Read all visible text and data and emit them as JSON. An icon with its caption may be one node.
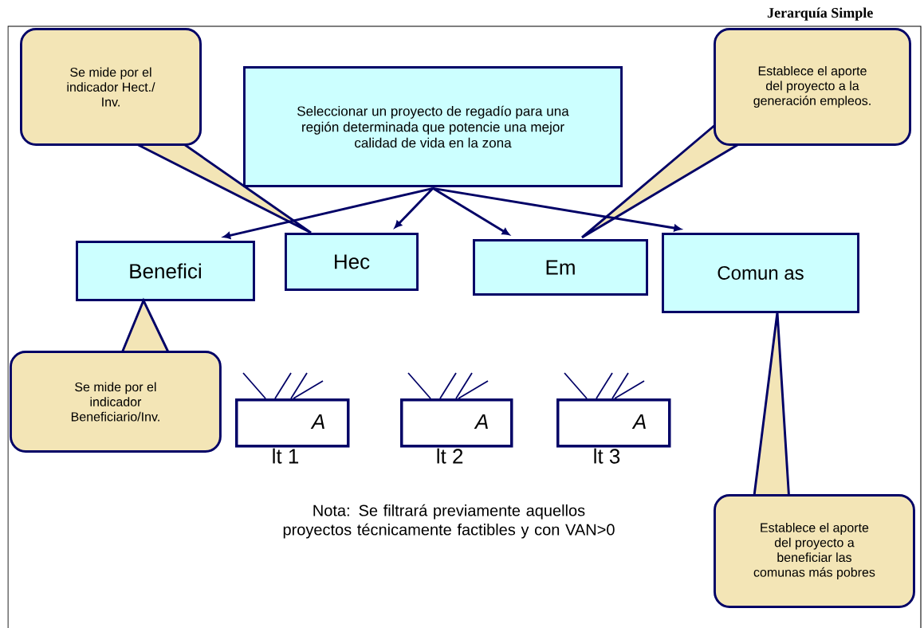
{
  "diagram": {
    "title": "Jerarquía Simple",
    "nodes": [
      {
        "text": [
          "Se  mide por el indicador Hect./ Inv."
        ]
      },
      {
        "text": [
          "Seleccionar un proyecto de regadío para una región determinada que potencie una mejor calidad de vida en la zona"
        ]
      },
      {
        "text": [
          "Establece el aporte del proyecto a la generación empleos."
        ]
      },
      {
        "text": [
          "Benefici"
        ]
      },
      {
        "text": [
          "Hec"
        ]
      },
      {
        "text": [
          "Em"
        ]
      },
      {
        "text": [
          "Comun as"
        ]
      },
      {
        "text": [
          "Se mide por el indicador Beneficiario/Inv."
        ]
      },
      {
        "text": [
          "A"
        ],
        "beside": [
          "lt 1"
        ]
      },
      {
        "text": [
          "A"
        ],
        "beside": [
          "lt 2"
        ]
      },
      {
        "text": [
          "A"
        ],
        "beside": [
          "lt 3"
        ]
      },
      {
        "text": [
          "Establece el aporte del proyecto a beneficiar las comunas más pobres"
        ]
      }
    ],
    "edges": [
      {
        "from": 1,
        "to": 3,
        "arrow": "to"
      },
      {
        "from": 1,
        "to": 4,
        "arrow": "to"
      },
      {
        "from": 1,
        "to": 5,
        "arrow": "to"
      },
      {
        "from": 1,
        "to": 6,
        "arrow": "to"
      },
      {
        "from": null,
        "to": 8,
        "arrow": "none"
      },
      {
        "from": null,
        "to": 8,
        "arrow": "none"
      },
      {
        "from": null,
        "to": 8,
        "arrow": "none"
      },
      {
        "from": null,
        "to": 8,
        "arrow": "none"
      },
      {
        "from": null,
        "to": 9,
        "arrow": "none"
      },
      {
        "from": null,
        "to": 9,
        "arrow": "none"
      },
      {
        "from": null,
        "to": 9,
        "arrow": "none"
      },
      {
        "from": null,
        "to": 9,
        "arrow": "none"
      },
      {
        "from": null,
        "to": 10,
        "arrow": "none"
      },
      {
        "from": null,
        "to": 10,
        "arrow": "none"
      },
      {
        "from": null,
        "to": 10,
        "arrow": "none"
      },
      {
        "from": null,
        "to": 10,
        "arrow": "none"
      }
    ],
    "labels": [
      "Nota: Se filtrará previamente aquellos proyectos técnicamente factibles  y con VAN>0"
    ]
  }
}
